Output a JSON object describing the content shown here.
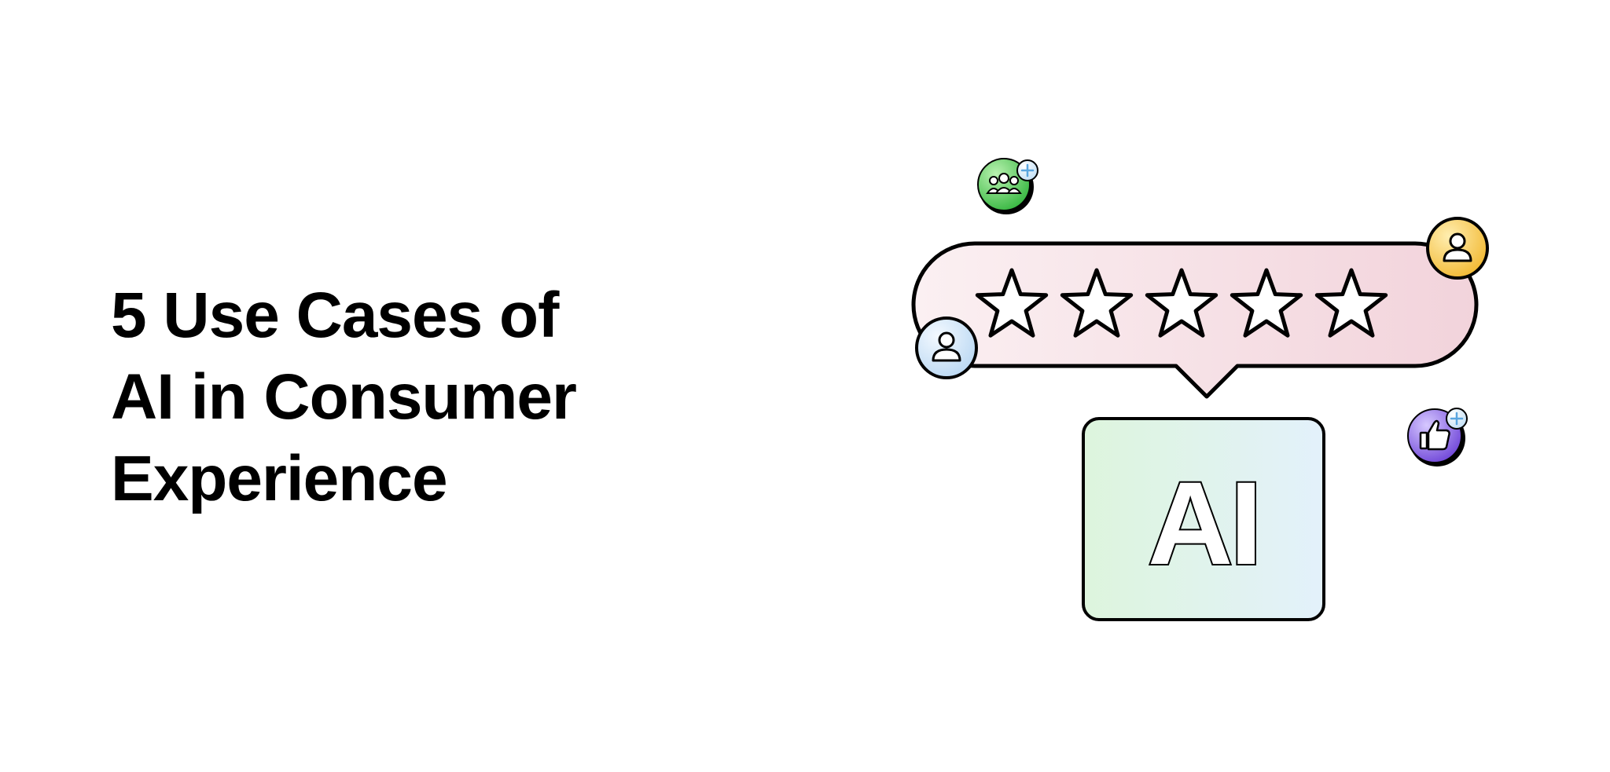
{
  "headline": {
    "lines": [
      "5 Use Cases of",
      "AI in Consumer",
      "Experience"
    ]
  },
  "illustration": {
    "ai_label": "AI",
    "rating": {
      "value": 5,
      "max": 5
    },
    "icons": [
      "group-icon",
      "user-icon",
      "user-icon",
      "thumbs-up-icon",
      "plus-icon"
    ],
    "colors": {
      "bubble_pink": "#f2d3db",
      "box_green": "#dff6e0",
      "box_blue": "#e3f1fb",
      "badge_green": "#4cc84a",
      "badge_yellow": "#f6c53e",
      "badge_blue": "#cfe4f7",
      "badge_purple": "#8a63e6"
    }
  }
}
